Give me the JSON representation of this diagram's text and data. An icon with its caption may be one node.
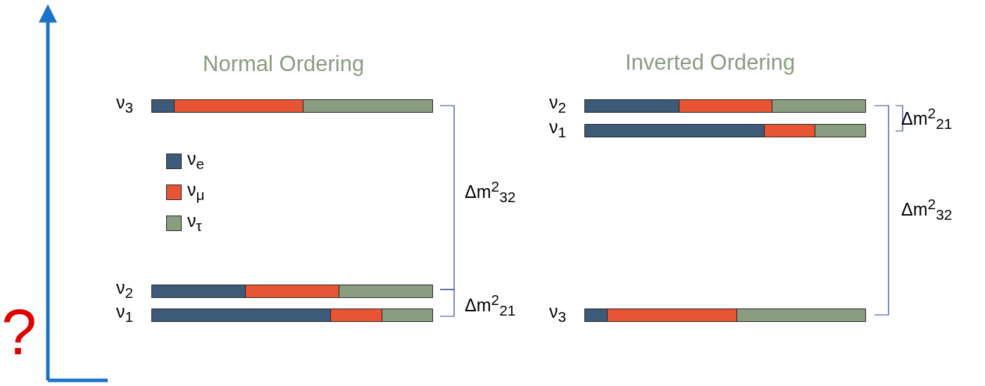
{
  "diagram": {
    "nodes": [
      {
        "text": [
          "ν$_{3}$"
        ]
      },
      {
        "text": [
          "ν$_{2}$"
        ]
      },
      {
        "text": [
          "ν$_{1}$"
        ]
      },
      {
        "text": [
          "ν$_{2}$"
        ]
      },
      {
        "text": [
          "ν$_{1}$"
        ]
      },
      {
        "text": [
          "ν$_{3}$"
        ]
      }
    ],
    "labels": [
      "Normal Ordering",
      "Inverted Ordering",
      "Δm$^{2}$$_{21}$",
      "Δm$^{2}$$_{32}$",
      "Δm$^{2}$$_{32}$",
      "Δm$^{2}$$_{21}$",
      "?"
    ],
    "legend": [
      {
        "text": "ν$_{e}$",
        "color": "#3d5a78"
      },
      {
        "text": "ν$_{μ}$",
        "color": "#e85535"
      },
      {
        "text": "ν$_{τ}$",
        "color": "#8a9d80"
      }
    ]
  }
}
